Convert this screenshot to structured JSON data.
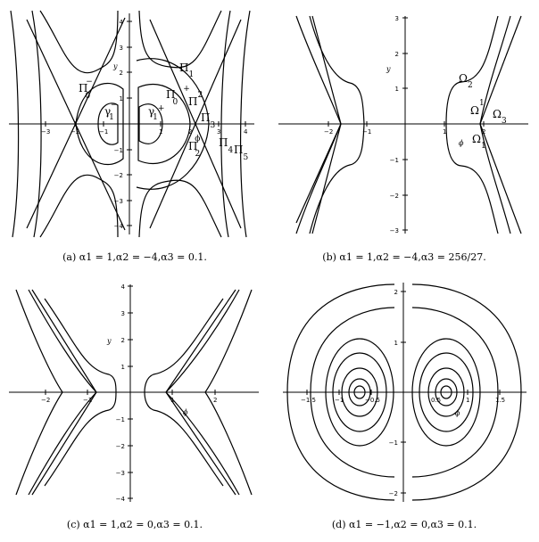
{
  "panels": [
    {
      "id": "a",
      "caption": "(a)  α1 = 1,α2 = −4,α3 = 0.1.",
      "x_label": "ϕ",
      "y_label": "y",
      "x_ticks": [
        "−3",
        "−2",
        "−1",
        "1",
        "2",
        "3",
        "4"
      ],
      "y_ticks": [
        "4",
        "3",
        "2",
        "1",
        "−1",
        "−2",
        "−3",
        "−4"
      ],
      "regions": [
        {
          "t": "Π",
          "s": "0",
          "sup": "−"
        },
        {
          "t": "γ",
          "s": "1",
          "sup": "−"
        },
        {
          "t": "γ",
          "s": "1",
          "sup": "+"
        },
        {
          "t": "Π",
          "s": "1",
          "sup": ""
        },
        {
          "t": "Π",
          "s": "0",
          "sup": "+"
        },
        {
          "t": "Π",
          "s": "2",
          "sup": ""
        },
        {
          "t": "Π",
          "s": "3",
          "sup": ""
        },
        {
          "t": "Π",
          "s": "2",
          "sup": "ϕ"
        },
        {
          "t": "Π",
          "s": "4",
          "sup": ""
        },
        {
          "t": "Π",
          "s": "5",
          "sup": ""
        }
      ]
    },
    {
      "id": "b",
      "caption": "(b)  α1 = 1,α2 = −4,α3 = 256/27.",
      "x_label": "ϕ",
      "y_label": "y",
      "x_ticks": [
        "−2",
        "−1",
        "1",
        "2"
      ],
      "y_ticks": [
        "3",
        "2",
        "1",
        "−1",
        "−2",
        "−3"
      ],
      "regions": [
        {
          "t": "Ω",
          "s": "2",
          "sup": ""
        },
        {
          "t": "Ω",
          "s": "",
          "sup": "1"
        },
        {
          "t": "Ω",
          "s": "3",
          "sup": ""
        },
        {
          "t": "Ω",
          "s": "1",
          "sup": ""
        }
      ]
    },
    {
      "id": "c",
      "caption": "(c)  α1 = 1,α2 = 0,α3 = 0.1.",
      "x_label": "ϕ",
      "y_label": "y",
      "x_ticks": [
        "−2",
        "−1",
        "1",
        "2"
      ],
      "y_ticks": [
        "4",
        "3",
        "2",
        "1",
        "−1",
        "−2",
        "−3",
        "−4"
      ],
      "regions": []
    },
    {
      "id": "d",
      "caption": "(d)  α1 = −1,α2 = 0,α3 = 0.1.",
      "x_label": "ϕ",
      "y_label": "",
      "x_ticks": [
        "−1.5",
        "−1",
        "−0.5",
        "0.5",
        "1",
        "1.5"
      ],
      "y_ticks": [
        "2",
        "1",
        "−1",
        "−2"
      ],
      "regions": []
    }
  ]
}
